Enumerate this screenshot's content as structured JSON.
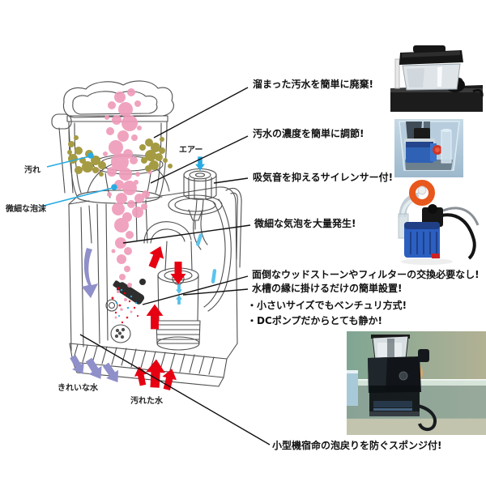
{
  "poster": {
    "kind": "protein-skimmer-feature-diagram"
  },
  "callouts": [
    {
      "text": "溜まった汚水を簡単に廃棄!"
    },
    {
      "text": "汚水の濃度を簡単に調節!"
    },
    {
      "text": "吸気音を抑えるサイレンサー付!"
    },
    {
      "text": "微細な気泡を大量発生!"
    },
    {
      "text": "面倒なウッドストーンやフィルターの交換必要なし!"
    },
    {
      "text": "水槽の縁に掛けるだけの簡単設置!"
    },
    {
      "text": "小型機宿命の泡戻りを防ぐスポンジ付!"
    }
  ],
  "bullets": [
    {
      "text": "・小さいサイズでもベンチュリ方式!"
    },
    {
      "text": "・DCポンプだからとても静か!"
    }
  ],
  "flow_labels": [
    {
      "text": "汚れ"
    },
    {
      "text": "微細な泡沫"
    },
    {
      "text": "エアー"
    },
    {
      "text": "きれいな水"
    },
    {
      "text": "汚れた水"
    }
  ],
  "photos": [
    {
      "name": "waste-cup-closeup-photo"
    },
    {
      "name": "pump-inside-body-photo"
    },
    {
      "name": "dc-pump-venturi-photo"
    },
    {
      "name": "skimmer-on-tank-edge-photo"
    }
  ],
  "colors": {
    "background": "#ffffff",
    "line_art": "#4f4f4f",
    "leader_line": "#111111",
    "foam_pink": "#ef9cba",
    "dirt_olive": "#a59b43",
    "air_cyan": "#29abe2",
    "dash_cyan": "#5bc4ec",
    "flow_red": "#e60012",
    "clean_lavender": "#8f8fca"
  }
}
